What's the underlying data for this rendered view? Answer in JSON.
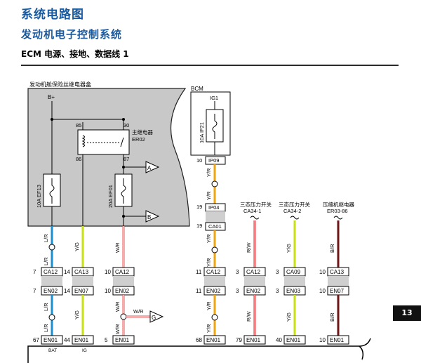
{
  "page": {
    "title": "系统电路图",
    "section": "发动机电子控制系统",
    "subsection": "ECM 电源、接地、数据线 1",
    "tab": "13"
  },
  "diagram": {
    "box_label": "发动机舱保险丝继电器盒",
    "bplus": "B+",
    "relay_name": "主继电器",
    "relay_code": "ER02",
    "relay_pins": [
      "85",
      "30",
      "86",
      "87"
    ],
    "fuse_ef13": "10A  EF13",
    "fuse_ef01": "20A  EF01",
    "arrow_a": "A",
    "arrow_b": "B",
    "arrow_g": "G",
    "bcm_label": "BCM",
    "ig1": "IG1",
    "fuse_if21": "10A  IF21",
    "bcm_pin": "10",
    "bcm_conn": "IP09",
    "ip04_pin": "19",
    "ip04": "IP04",
    "ca01_pin": "19",
    "ca01": "CA01",
    "sw1_name": "三态压力开关",
    "sw1_code": "CA34-1",
    "sw2_name": "三态压力开关",
    "sw2_code": "CA34-2",
    "relay3_name": "压缩机继电器",
    "relay3_code": "ER03-86",
    "wires": {
      "lr": "L/R",
      "yg": "Y/G",
      "wr": "W/R",
      "yr": "Y/R",
      "rw": "R/W",
      "br": "B/R"
    },
    "conn_a": [
      {
        "pin": "7",
        "name": "CA12"
      },
      {
        "pin": "14",
        "name": "CA13"
      },
      {
        "pin": "10",
        "name": "CA12"
      },
      {
        "pin": "11",
        "name": "CA12"
      },
      {
        "pin": "3",
        "name": "CA12"
      },
      {
        "pin": "3",
        "name": "CA09"
      },
      {
        "pin": "10",
        "name": "CA13"
      }
    ],
    "conn_b": [
      {
        "pin": "7",
        "name": "EN02"
      },
      {
        "pin": "14",
        "name": "EN07"
      },
      {
        "pin": "10",
        "name": "EN02"
      },
      {
        "pin": "11",
        "name": "EN02"
      },
      {
        "pin": "3",
        "name": "EN02"
      },
      {
        "pin": "3",
        "name": "EN03"
      },
      {
        "pin": "10",
        "name": "EN07"
      }
    ],
    "conn_c": [
      {
        "pin": "67",
        "name": "EN01"
      },
      {
        "pin": "44",
        "name": "EN01"
      },
      {
        "pin": "5",
        "name": "EN01"
      },
      {
        "pin": "68",
        "name": "EN01"
      },
      {
        "pin": "79",
        "name": "EN01"
      },
      {
        "pin": "40",
        "name": "EN01"
      },
      {
        "pin": "10",
        "name": "EN01"
      }
    ],
    "bat": "BAT",
    "ig": "IG"
  }
}
